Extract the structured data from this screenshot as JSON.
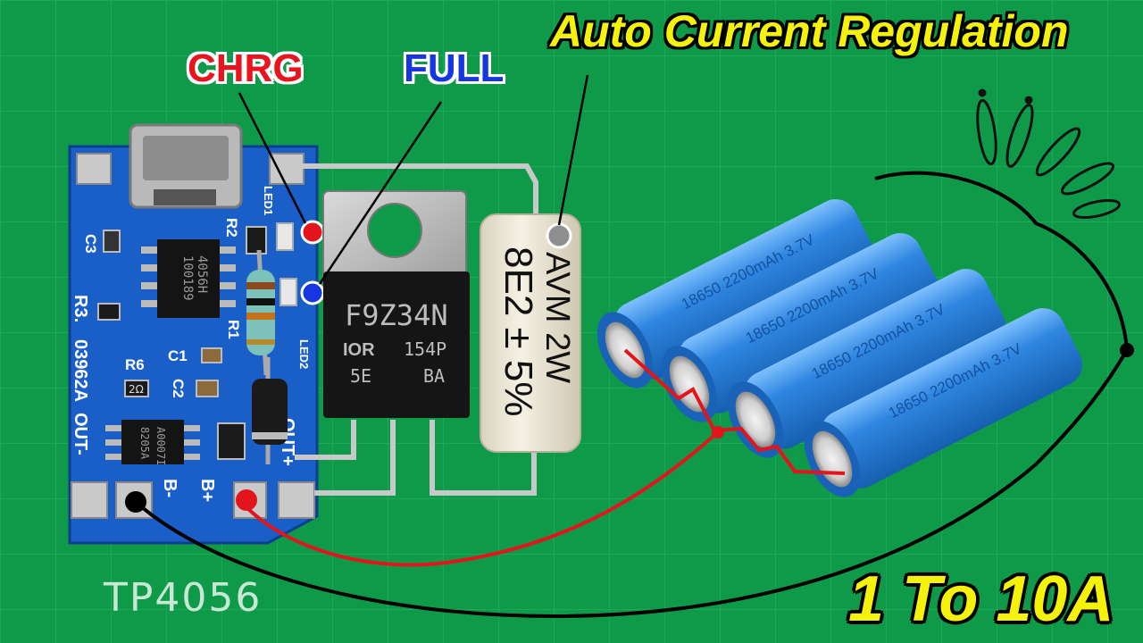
{
  "colors": {
    "background": "#0f9a4a",
    "title_text": "#f4f20a",
    "chrg_text": "#e8141e",
    "full_text": "#1636e0",
    "pcb": "#1a5fc8",
    "battery": "#2f86e0",
    "resistor_body": "#ece7d6",
    "mosfet_tab": "#b7b7b7",
    "wire_red": "#e3141c",
    "wire_black": "#000000",
    "chip_label": "#c8e8d4"
  },
  "labels": {
    "title": "Auto Current Regulation",
    "chrg": "CHRG",
    "full": "FULL",
    "range": "1 To 10A",
    "chip": "TP4056"
  },
  "mosfet": {
    "part": "F9Z34N",
    "logo": "IOR",
    "code1": "154P",
    "code2": "5E",
    "code3": "BA"
  },
  "resistor": {
    "line1": "AVM 2W",
    "line2": "8E2 ± 5%"
  },
  "pcb": {
    "u1": "4056H",
    "u1_code": "100189",
    "u2": "8205A",
    "u2_code": "A0007I",
    "silk_r3": "R3.",
    "silk_code": "03962A",
    "silk_out_minus": "OUT-",
    "silk_out_plus": "OUT+",
    "silk_b_minus": "B-",
    "silk_b_plus": "B+",
    "silk_r6": "R6",
    "silk_r1": "R1",
    "silk_r2": "R2",
    "silk_c1": "C1",
    "silk_c2": "C2",
    "silk_c3": "C3",
    "silk_led1": "LED1",
    "silk_led2": "LED2",
    "r6_value": "2Ω"
  },
  "battery_label": "18650 2200mAh 3.7V",
  "batteries": [
    {
      "label": "18650 2200mAh 3.7V"
    },
    {
      "label": "18650 2200mAh 3.7V"
    },
    {
      "label": "18650 2200mAh 3.7V"
    },
    {
      "label": "18650 2200mAh 3.7V"
    }
  ]
}
